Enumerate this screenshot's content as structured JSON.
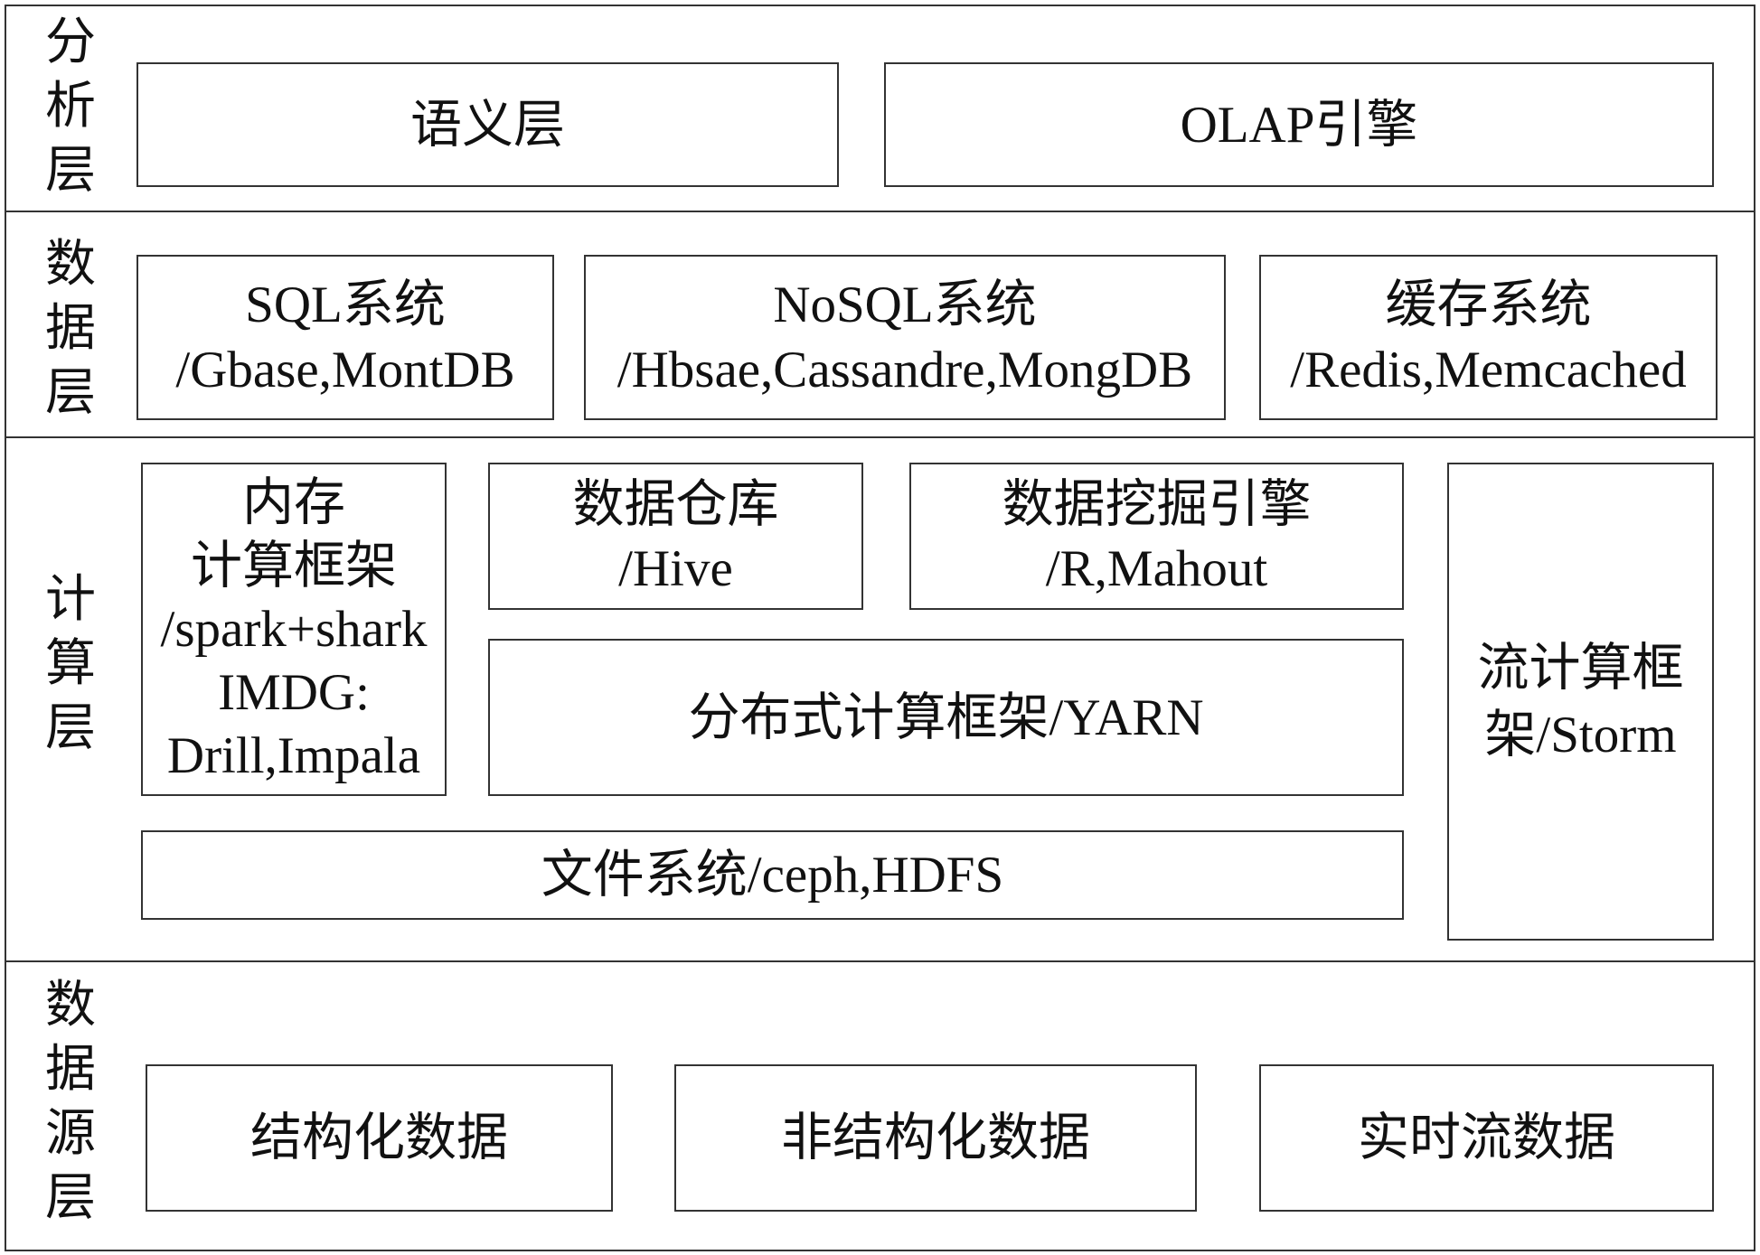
{
  "analysis_layer": {
    "label": "分析层",
    "semantic": "语义层",
    "olap": "OLAP引擎"
  },
  "data_layer": {
    "label": "数据层",
    "sql": {
      "lines": [
        "SQL系统",
        "/Gbase,MontDB"
      ]
    },
    "nosql": {
      "lines": [
        "NoSQL系统",
        "/Hbsae,Cassandre,MongDB"
      ]
    },
    "cache": {
      "lines": [
        "缓存系统",
        "/Redis,Memcached"
      ]
    }
  },
  "compute_layer": {
    "label": "计算层",
    "in_memory": {
      "lines": [
        "内存",
        "计算框架",
        "/spark+shark",
        "IMDG:",
        "Drill,Impala"
      ]
    },
    "data_warehouse": {
      "lines": [
        "数据仓库",
        "/Hive"
      ]
    },
    "data_mining": {
      "lines": [
        "数据挖掘引擎",
        "/R,Mahout"
      ]
    },
    "distributed": "分布式计算框架/YARN",
    "file_system": "文件系统/ceph,HDFS",
    "stream": {
      "lines": [
        "流计算框",
        "架/Storm"
      ]
    }
  },
  "source_layer": {
    "label": "数据源层",
    "structured": "结构化数据",
    "unstructured": "非结构化数据",
    "realtime": "实时流数据"
  }
}
